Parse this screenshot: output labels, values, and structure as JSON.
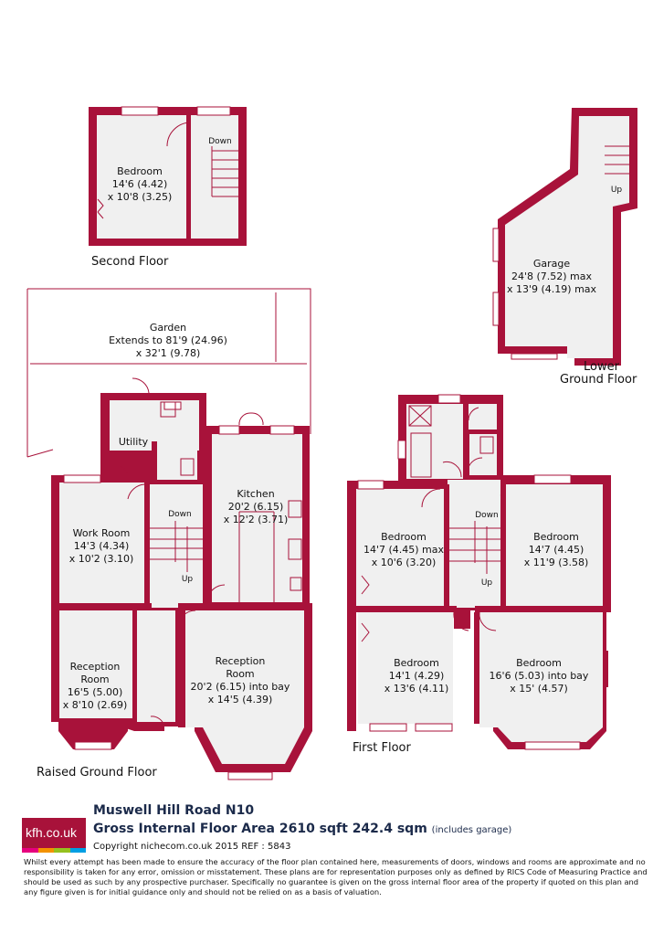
{
  "floors": {
    "second": "Second Floor",
    "lower": "Lower\nGround Floor",
    "lower_line1": "Lower",
    "lower_line2": "Ground Floor",
    "raised": "Raised Ground Floor",
    "first": "First Floor"
  },
  "rooms": {
    "second_bedroom": [
      "Bedroom",
      "14'6 (4.42)",
      "x 10'8 (3.25)"
    ],
    "garage": [
      "Garage",
      "24'8 (7.52) max",
      "x 13'9 (4.19) max"
    ],
    "garden": [
      "Garden",
      "Extends to 81'9 (24.96)",
      "x 32'1 (9.78)"
    ],
    "utility": [
      "Utility"
    ],
    "kitchen": [
      "Kitchen",
      "20'2 (6.15)",
      "x 12'2 (3.71)"
    ],
    "work_room": [
      "Work Room",
      "14'3 (4.34)",
      "x 10'2 (3.10)"
    ],
    "reception_left": [
      "Reception",
      "Room",
      "16'5 (5.00)",
      "x 8'10 (2.69)"
    ],
    "reception_main": [
      "Reception",
      "Room",
      "20'2 (6.15) into bay",
      "x 14'5 (4.39)"
    ],
    "first_bed_left_top": [
      "Bedroom",
      "14'7 (4.45) max",
      "x 10'6 (3.20)"
    ],
    "first_bed_right_top": [
      "Bedroom",
      "14'7 (4.45)",
      "x 11'9 (3.58)"
    ],
    "first_bed_left_bottom": [
      "Bedroom",
      "14'1 (4.29)",
      "x 13'6 (4.11)"
    ],
    "first_bed_right_bottom": [
      "Bedroom",
      "16'6 (5.03) into bay",
      "x 15' (4.57)"
    ]
  },
  "stairs": {
    "down": "Down",
    "up": "Up"
  },
  "footer": {
    "logo": "kfh.co.uk",
    "address": "Muswell Hill Road  N10",
    "area_main": "Gross Internal Floor Area 2610 sqft 242.4 sqm",
    "area_note": "(includes garage)",
    "copyright": "Copyright nichecom.co.uk 2015 REF : 5843",
    "disclaimer": "Whilst every attempt has been made to ensure the accuracy of the floor plan contained here, measurements of doors, windows and rooms are approximate and no responsibility is taken for any error, omission or misstatement.  These plans are for representation purposes only as defined by RICS Code of Measuring Practice and should be used as such by any prospective purchaser.  Specifically no guarantee is given on the gross internal floor area of the property if quoted on this plan and any figure given is for initial guidance only and should not be relied on as a basis of valuation."
  },
  "colors": {
    "wall": "#a8123a",
    "room": "#f0f0f0",
    "logo_bar": [
      "#e6007e",
      "#f39200",
      "#95c11f",
      "#009fe3"
    ]
  }
}
